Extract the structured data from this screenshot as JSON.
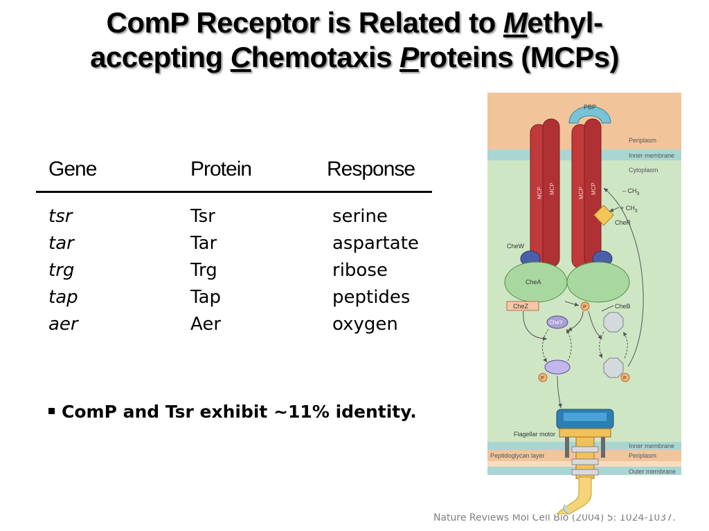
{
  "title": {
    "line1_a": "ComP Receptor is Related to ",
    "line1_m": "M",
    "line1_b": "ethyl-",
    "line2_a": "accepting ",
    "line2_c": "C",
    "line2_b": "hemotaxis ",
    "line2_p": "P",
    "line2_c2": "roteins (MCPs)"
  },
  "table": {
    "headers": [
      "Gene",
      "Protein",
      "Response"
    ],
    "rows": [
      {
        "gene": "tsr",
        "protein": "Tsr",
        "response": "serine"
      },
      {
        "gene": "tar",
        "protein": "Tar",
        "response": "aspartate"
      },
      {
        "gene": "trg",
        "protein": "Trg",
        "response": "ribose"
      },
      {
        "gene": "tap",
        "protein": "Tap",
        "response": "peptides"
      },
      {
        "gene": "aer",
        "protein": "Aer",
        "response": "oxygen"
      }
    ]
  },
  "bullet": "ComP and Tsr exhibit ~11% identity.",
  "citation": "Nature Reviews Mol Cell Bio (2004) 5: 1024-1037.",
  "figure": {
    "labels": {
      "pbp": "PBP",
      "periplasm_top": "Periplasm",
      "inner_membrane_top": "Inner membrane",
      "cytoplasm": "Cytoplasm",
      "mcp": "MCP",
      "ch3_minus": "– CH",
      "ch3_sub": "3",
      "ch3_plus": "+ CH",
      "cher": "CheR",
      "chew": "CheW",
      "chea": "CheA",
      "chez": "CheZ",
      "cheb": "CheB",
      "chey": "CheY",
      "p": "P",
      "flagellar_motor": "Flagellar motor",
      "inner_membrane_bottom": "Inner membrane",
      "peptidoglycan": "Peptidoglycan layer",
      "periplasm_bottom": "Periplasm",
      "outer_membrane": "Outer membrane"
    },
    "colors": {
      "periplasm": "#f2c49a",
      "cytoplasm": "#cfe6c4",
      "membrane": "#a9d6d2",
      "mcp": "#c0393b",
      "chea": "#a8d8a0",
      "chew": "#4b5fa8",
      "cher": "#f3c65a",
      "chey": "#a99fd6",
      "pbp": "#79c3d6",
      "motor": "#2e7fb0"
    }
  }
}
